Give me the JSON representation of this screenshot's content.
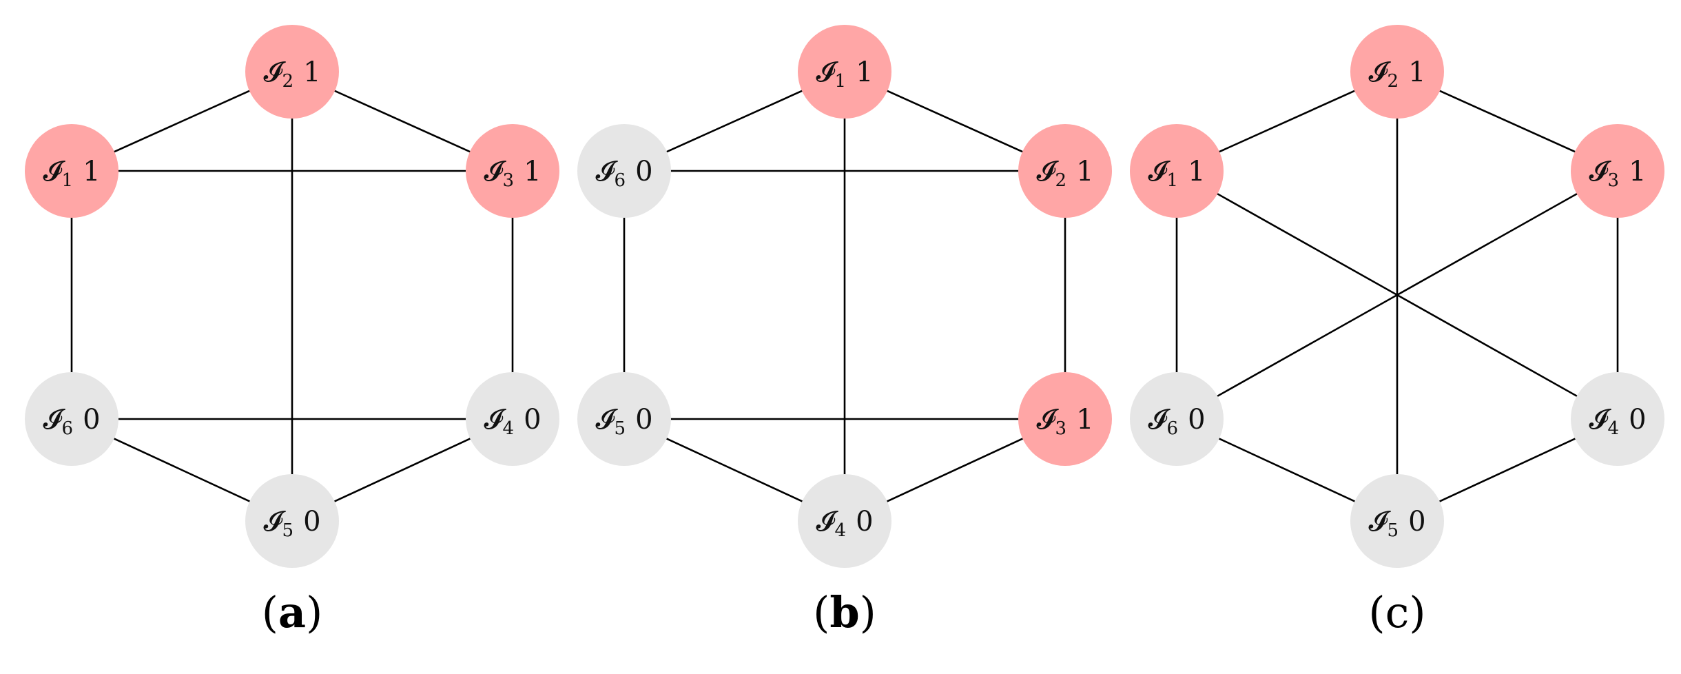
{
  "colors": {
    "active": "#FFA6A6",
    "inactive": "#E6E6E6"
  },
  "panels": [
    {
      "label_open": "(",
      "label_letter": "a",
      "label_close": ")",
      "label_bold": true,
      "nodes": [
        {
          "id": "p0n0",
          "symbol": "𝓘",
          "sub": "2",
          "value": "1",
          "active": true
        },
        {
          "id": "p0n1",
          "symbol": "𝓘",
          "sub": "3",
          "value": "1",
          "active": true
        },
        {
          "id": "p0n2",
          "symbol": "𝓘",
          "sub": "4",
          "value": "0",
          "active": false
        },
        {
          "id": "p0n3",
          "symbol": "𝓘",
          "sub": "5",
          "value": "0",
          "active": false
        },
        {
          "id": "p0n4",
          "symbol": "𝓘",
          "sub": "6",
          "value": "0",
          "active": false
        },
        {
          "id": "p0n5",
          "symbol": "𝓘",
          "sub": "1",
          "value": "1",
          "active": true
        }
      ],
      "edges": [
        [
          5,
          0
        ],
        [
          0,
          1
        ],
        [
          5,
          1
        ],
        [
          0,
          3
        ],
        [
          5,
          4
        ],
        [
          1,
          2
        ],
        [
          4,
          2
        ],
        [
          4,
          3
        ],
        [
          3,
          2
        ]
      ]
    },
    {
      "label_open": "(",
      "label_letter": "b",
      "label_close": ")",
      "label_bold": true,
      "nodes": [
        {
          "id": "p1n0",
          "symbol": "𝓘",
          "sub": "1",
          "value": "1",
          "active": true
        },
        {
          "id": "p1n1",
          "symbol": "𝓘",
          "sub": "2",
          "value": "1",
          "active": true
        },
        {
          "id": "p1n2",
          "symbol": "𝓘",
          "sub": "3",
          "value": "1",
          "active": true
        },
        {
          "id": "p1n3",
          "symbol": "𝓘",
          "sub": "4",
          "value": "0",
          "active": false
        },
        {
          "id": "p1n4",
          "symbol": "𝓘",
          "sub": "5",
          "value": "0",
          "active": false
        },
        {
          "id": "p1n5",
          "symbol": "𝓘",
          "sub": "6",
          "value": "0",
          "active": false
        }
      ],
      "edges": [
        [
          5,
          0
        ],
        [
          0,
          1
        ],
        [
          5,
          1
        ],
        [
          0,
          3
        ],
        [
          5,
          4
        ],
        [
          1,
          2
        ],
        [
          4,
          2
        ],
        [
          4,
          3
        ],
        [
          3,
          2
        ]
      ]
    },
    {
      "label_open": "(",
      "label_letter": "c",
      "label_close": ")",
      "label_bold": false,
      "nodes": [
        {
          "id": "p2n0",
          "symbol": "𝓘",
          "sub": "2",
          "value": "1",
          "active": true
        },
        {
          "id": "p2n1",
          "symbol": "𝓘",
          "sub": "3",
          "value": "1",
          "active": true
        },
        {
          "id": "p2n2",
          "symbol": "𝓘",
          "sub": "4",
          "value": "0",
          "active": false
        },
        {
          "id": "p2n3",
          "symbol": "𝓘",
          "sub": "5",
          "value": "0",
          "active": false
        },
        {
          "id": "p2n4",
          "symbol": "𝓘",
          "sub": "6",
          "value": "0",
          "active": false
        },
        {
          "id": "p2n5",
          "symbol": "𝓘",
          "sub": "1",
          "value": "1",
          "active": true
        }
      ],
      "edges": [
        [
          5,
          0
        ],
        [
          0,
          1
        ],
        [
          0,
          3
        ],
        [
          1,
          2
        ],
        [
          4,
          3
        ],
        [
          3,
          2
        ],
        [
          5,
          4
        ],
        [
          5,
          2
        ],
        [
          1,
          4
        ]
      ]
    }
  ]
}
